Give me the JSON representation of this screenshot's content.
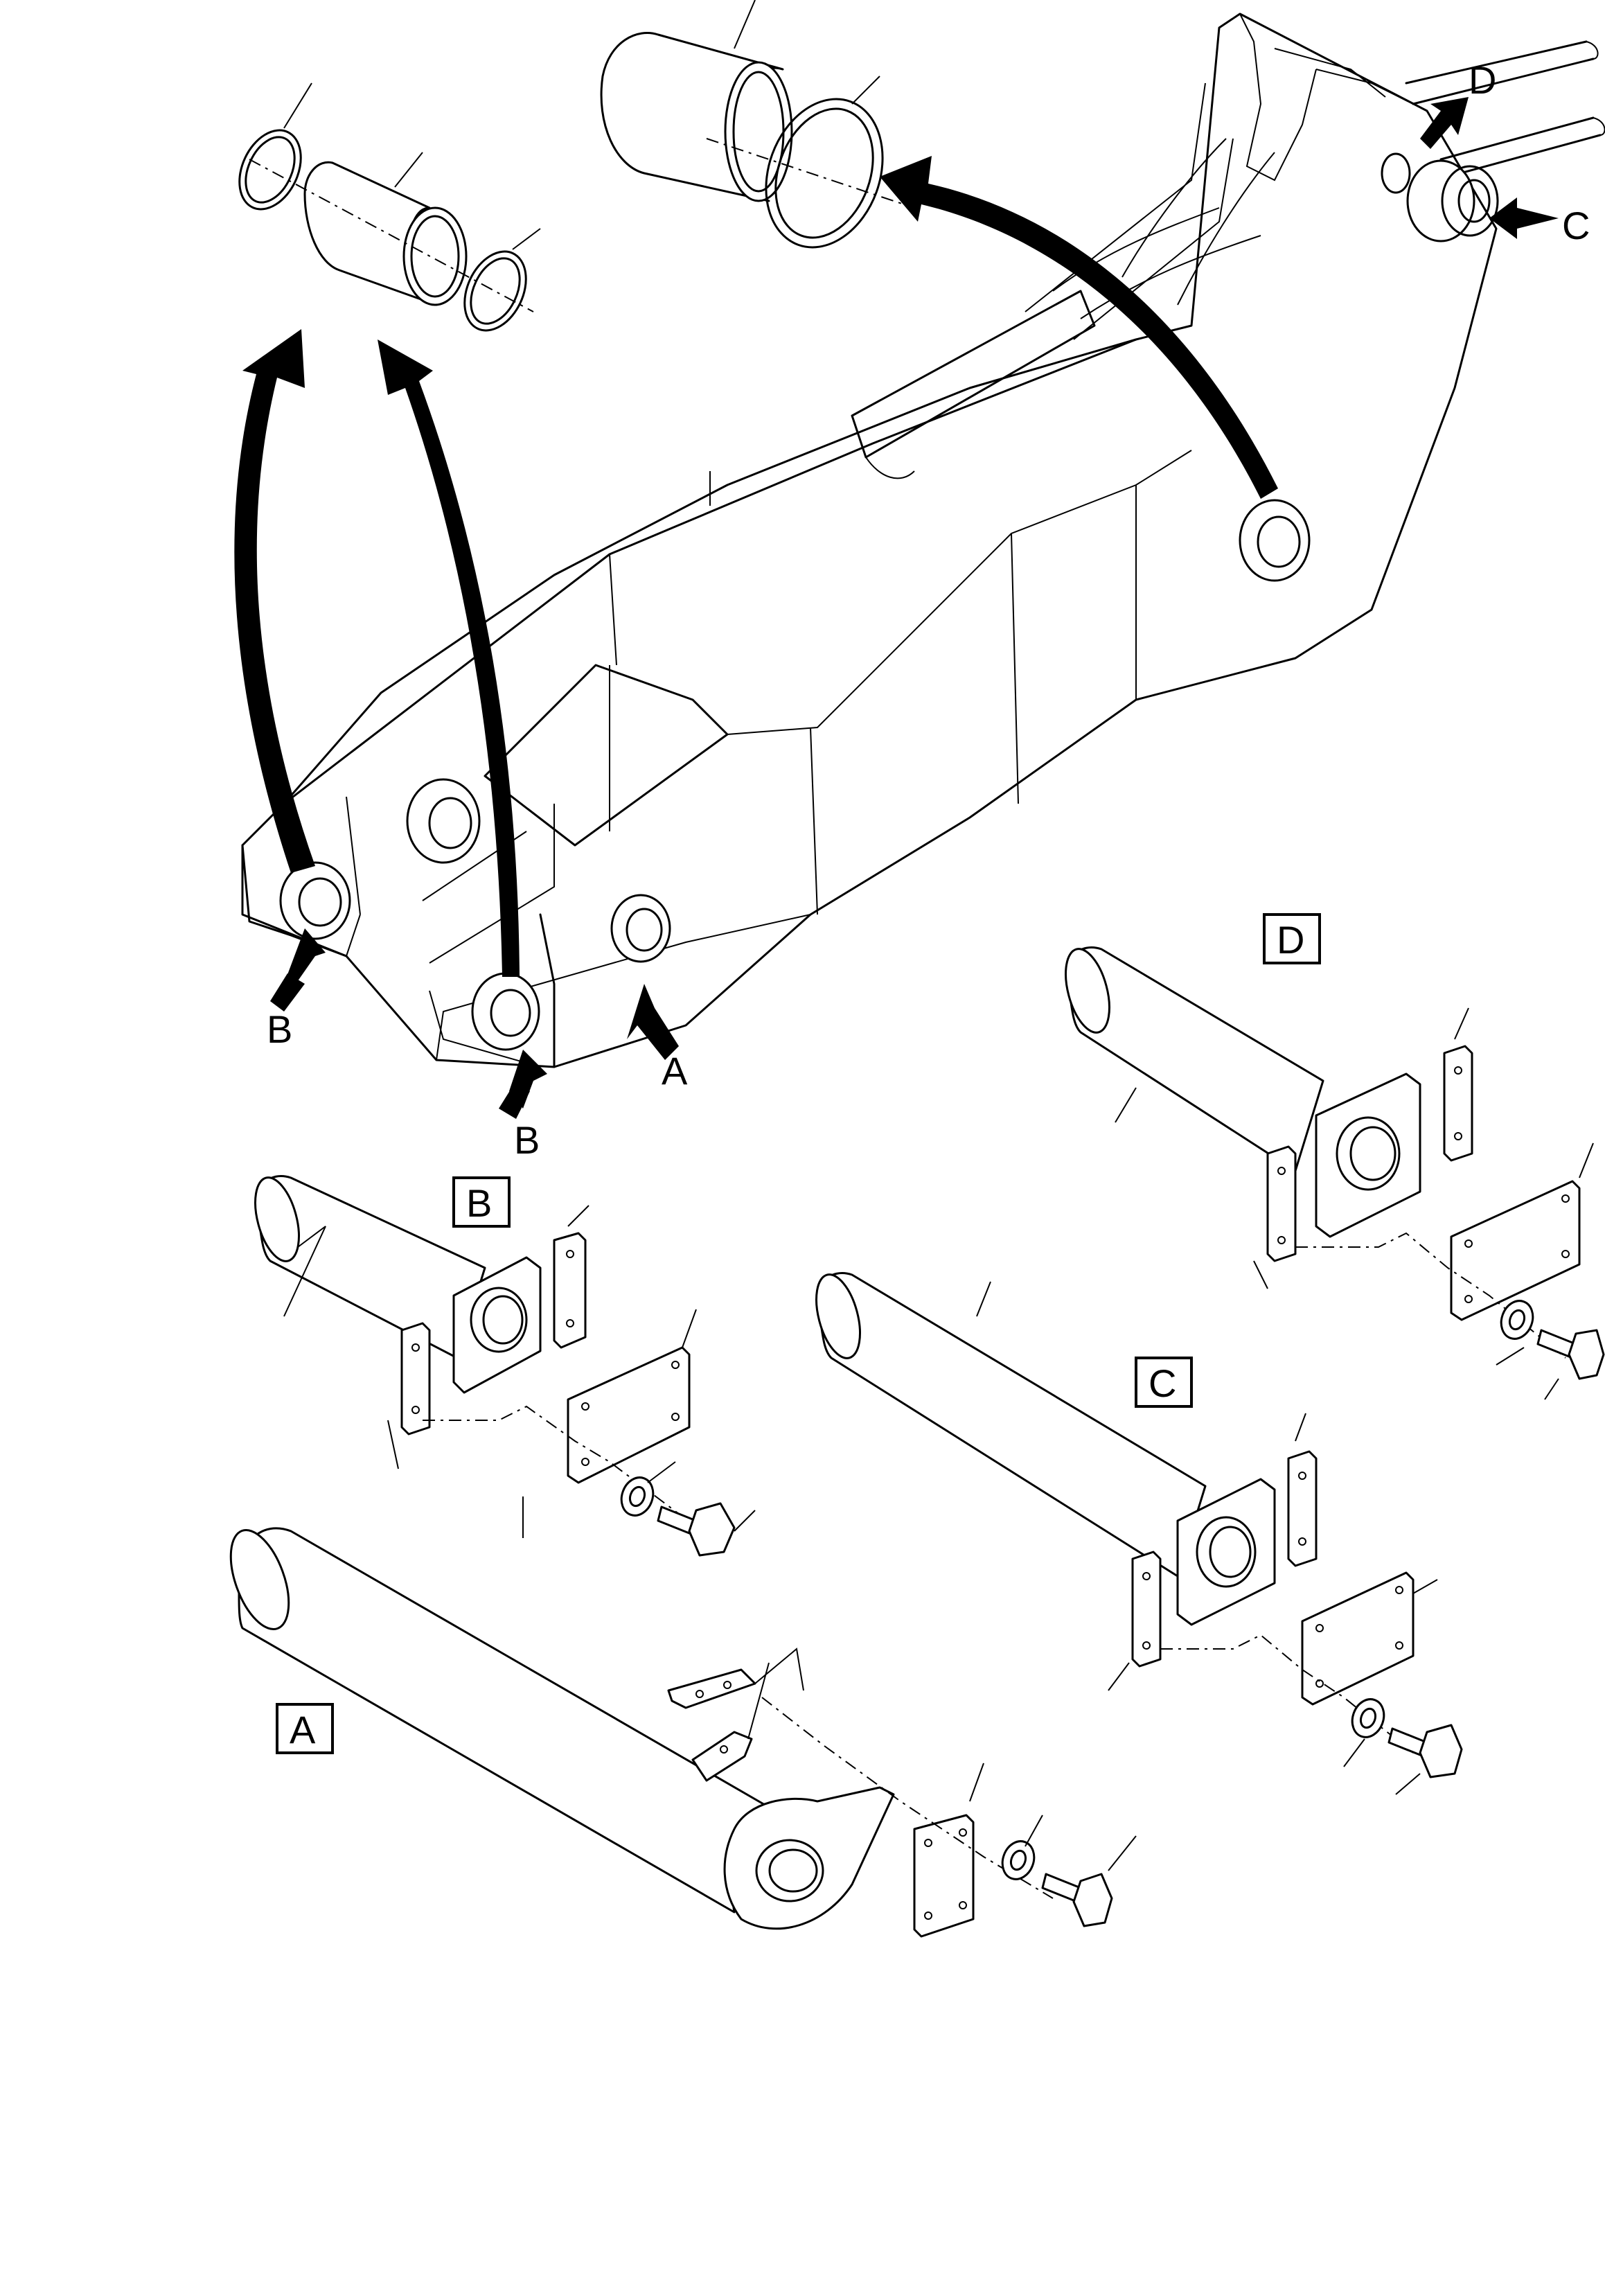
{
  "labels": {
    "arrow_a": "A",
    "arrow_b_left": "B",
    "arrow_b_right": "B",
    "arrow_c": "C",
    "arrow_d": "D",
    "box_a": "A",
    "box_b": "B",
    "box_c": "C",
    "box_d": "D"
  }
}
